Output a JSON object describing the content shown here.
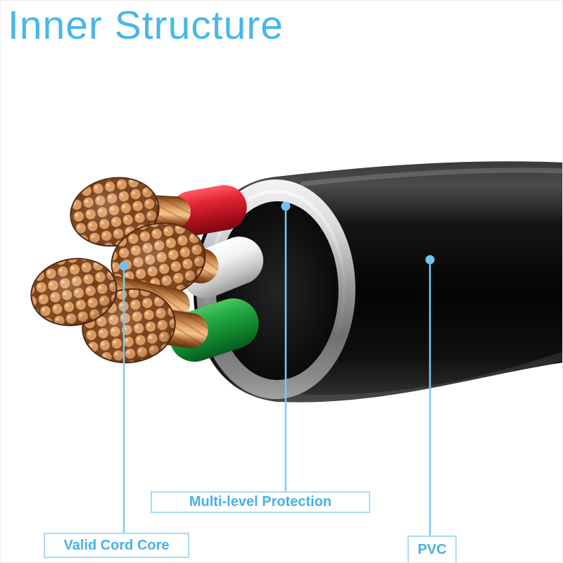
{
  "title": "Inner Structure",
  "callouts": {
    "multi_level_protection": {
      "label": "Multi-level Protection"
    },
    "valid_cord_core": {
      "label": "Valid Cord Core"
    },
    "pvc": {
      "label": "PVC"
    }
  },
  "colors": {
    "accent_blue": "#45b2e8",
    "callout_line_blue": "#7ccaf0",
    "label_border_blue": "#a9dcf5",
    "background": "#ffffff",
    "cable_jacket_black": "#0a0a0a",
    "shield_silver": "#c8c8c8",
    "copper": "#c9854d",
    "wire_insulation_red": "#d42233",
    "wire_insulation_white": "#efefef",
    "wire_insulation_green": "#1c9c3c"
  }
}
